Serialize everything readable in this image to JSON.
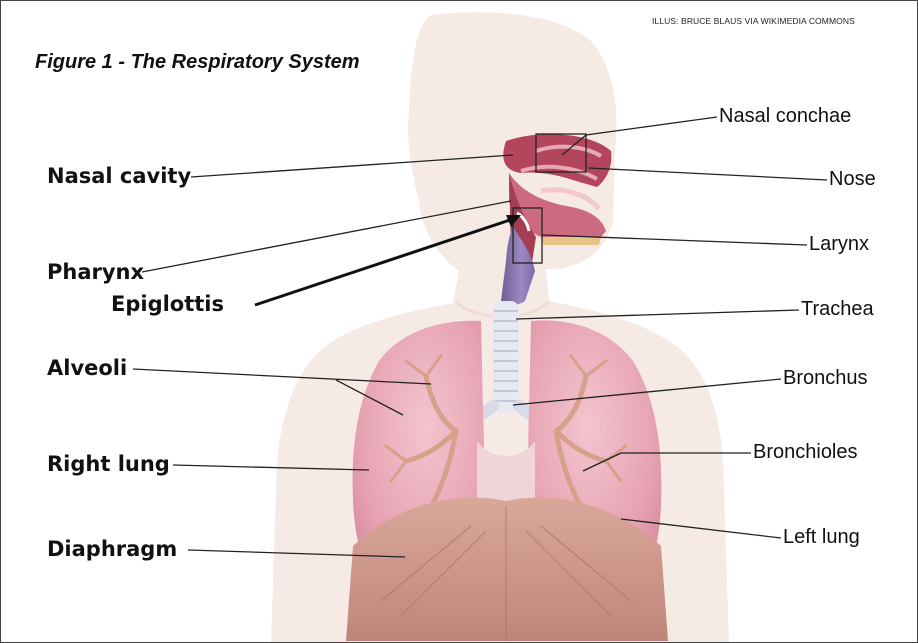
{
  "title": "Figure 1 - The Respiratory System",
  "credit": "ILLUS: BRUCE BLAUS VIA WIKIMEDIA COMMONS",
  "labels": {
    "nasal_cavity": "Nasal cavity",
    "pharynx": "Pharynx",
    "epiglottis": "Epiglottis",
    "alveoli": "Alveoli",
    "right_lung": "Right lung",
    "diaphragm": "Diaphragm",
    "nasal_conchae": "Nasal conchae",
    "nose": "Nose",
    "larynx": "Larynx",
    "trachea": "Trachea",
    "bronchus": "Bronchus",
    "bronchioles": "Bronchioles",
    "left_lung": "Left lung"
  },
  "colors": {
    "skin": "#f6ebe4",
    "lung": "#e7a3b4",
    "airway": "#c88fa0",
    "diaphragm": "#cf9b8c",
    "trachea": "#e6e8f2",
    "bronchial_tree": "#d7a08a",
    "leader_lines": "#222222"
  }
}
